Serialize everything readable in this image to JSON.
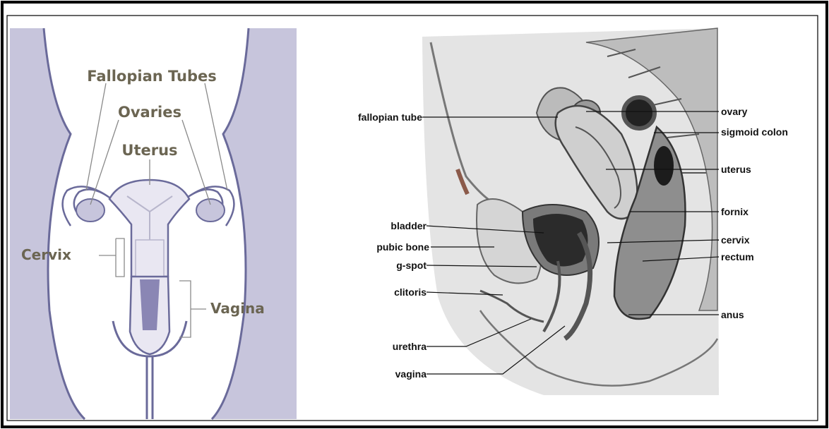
{
  "left_diagram": {
    "labels": {
      "fallopian_tubes": "Fallopian Tubes",
      "ovaries": "Ovaries",
      "uterus": "Uterus",
      "cervix": "Cervix",
      "vagina": "Vagina"
    },
    "colors": {
      "outline": "#6a6a9a",
      "fill": "#c7c5dc",
      "tissue": "#e9e7f2",
      "text": "#6b6552"
    }
  },
  "right_diagram": {
    "labels": {
      "fallopian_tube": "fallopian tube",
      "bladder": "bladder",
      "pubic_bone": "pubic bone",
      "g_spot": "g-spot",
      "clitoris": "clitoris",
      "urethra": "urethra",
      "vagina": "vagina",
      "ovary": "ovary",
      "sigmoid_colon": "sigmoid colon",
      "uterus": "uterus",
      "fornix": "fornix",
      "cervix": "cervix",
      "rectum": "rectum",
      "anus": "anus"
    },
    "colors": {
      "text": "#111111",
      "shading": "#9a9a9a"
    }
  }
}
